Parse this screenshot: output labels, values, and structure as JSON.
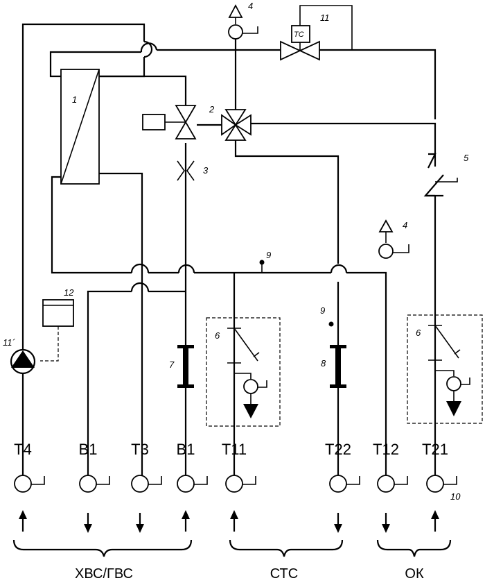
{
  "diagram": {
    "numbers": {
      "heat_exchanger": "1",
      "three_way_valve": "2",
      "throttle": "3",
      "air_vent_top": "4",
      "air_vent_right": "4",
      "check_valve": "5",
      "drain_left": "6",
      "drain_right": "6",
      "filter_left": "7",
      "filter_right": "8",
      "point_top": "9",
      "point_right": "9",
      "gauge": "10",
      "control_valve": "11",
      "pump": "11´",
      "controller": "12"
    },
    "control_valve_label": "ТС",
    "pipe_labels": [
      "Т4",
      "В1",
      "Т3",
      "В1",
      "Т11",
      "Т22",
      "Т12",
      "Т21"
    ],
    "flow_directions": [
      "up",
      "down",
      "down",
      "up",
      "up",
      "down",
      "down",
      "up"
    ],
    "groups": {
      "hvs_gvs": "ХВС/ГВС",
      "sts": "СТС",
      "ok": "ОК"
    }
  }
}
